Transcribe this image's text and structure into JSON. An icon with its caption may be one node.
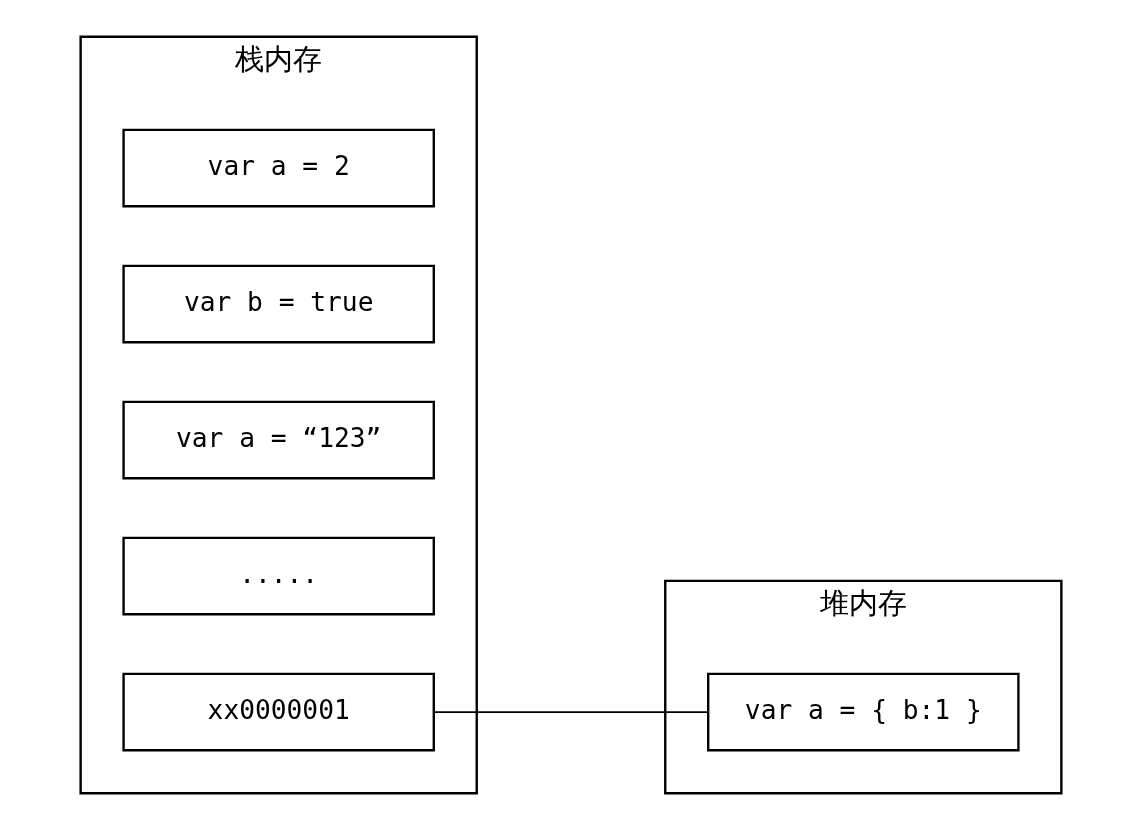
{
  "diagram": {
    "nodes": [
      {
        "text": [
          "栈内存"
        ]
      },
      {
        "text": [
          "var a = 2"
        ],
        "in": 0
      },
      {
        "text": [
          "var b = true"
        ],
        "in": 0
      },
      {
        "text": [
          "var a = “123”"
        ],
        "in": 0
      },
      {
        "text": [
          "....."
        ],
        "in": 0
      },
      {
        "text": [
          "xx0000001"
        ],
        "in": 0
      },
      {
        "text": [
          "堆内存"
        ]
      },
      {
        "text": [
          "var a = { b:1 }"
        ],
        "in": 6
      }
    ],
    "edges": [
      {
        "from": 5,
        "to": 7,
        "arrow": "none"
      }
    ]
  }
}
